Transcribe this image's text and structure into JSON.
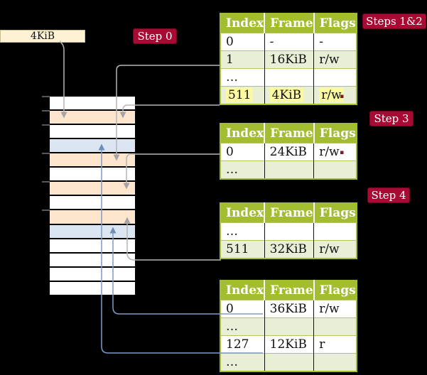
{
  "palette": {
    "header_green": "#a3bd31",
    "row_green": "#e9efd6",
    "row_white": "#ffffff",
    "peach_row": "#fde5ce",
    "blue_row": "#dbe6f2",
    "yellow_highlight": "#fcf9a4",
    "badge_red": "#a90a33",
    "badge_border": "#720622",
    "box_cream": "#fdf3d4",
    "box_border": "#c9ba8e",
    "gray_line": "#b5b5b5",
    "gray_head": "#a3a3a8",
    "blue_line": "#7e9cc8",
    "blue_head": "#6e8fba",
    "tick_gray": "#717171",
    "dark_red_stub": "#7d1b2c",
    "row_border": "#b4c464"
  },
  "frame_box": {
    "label": "4KiB"
  },
  "badges": {
    "step0": "Step 0",
    "steps12": "Steps 1&2",
    "step3": "Step 3",
    "step4": "Step 4"
  },
  "memory": {
    "rows": [
      "white",
      "peach",
      "white",
      "blue",
      "peach",
      "white",
      "peach",
      "white",
      "peach",
      "blue",
      "white",
      "white",
      "white",
      "white"
    ]
  },
  "tables": [
    {
      "name": "page-table-steps-1-2",
      "header": [
        "Index",
        "Frame",
        "Flags"
      ],
      "rows": [
        {
          "cells": [
            "0",
            "-",
            "-"
          ],
          "shade": false,
          "highlight": false
        },
        {
          "cells": [
            "1",
            "16KiB",
            "r/w"
          ],
          "shade": true,
          "highlight": false
        },
        {
          "cells": [
            "…",
            "",
            ""
          ],
          "shade": false,
          "highlight": false
        },
        {
          "cells": [
            "511",
            "4KiB",
            "r/w"
          ],
          "shade": true,
          "highlight": true
        }
      ]
    },
    {
      "name": "page-table-step-3",
      "header": [
        "Index",
        "Frame",
        "Flags"
      ],
      "rows": [
        {
          "cells": [
            "0",
            "24KiB",
            "r/w"
          ],
          "shade": false,
          "highlight": false
        },
        {
          "cells": [
            "…",
            "",
            ""
          ],
          "shade": true,
          "highlight": false
        }
      ]
    },
    {
      "name": "page-table-step-4",
      "header": [
        "Index",
        "Frame",
        "Flags"
      ],
      "rows": [
        {
          "cells": [
            "…",
            "",
            ""
          ],
          "shade": false,
          "highlight": false
        },
        {
          "cells": [
            "511",
            "32KiB",
            "r/w"
          ],
          "shade": true,
          "highlight": false
        }
      ]
    },
    {
      "name": "page-table-final",
      "header": [
        "Index",
        "Frame",
        "Flags"
      ],
      "rows": [
        {
          "cells": [
            "0",
            "36KiB",
            "r/w"
          ],
          "shade": false,
          "highlight": false
        },
        {
          "cells": [
            "…",
            "",
            ""
          ],
          "shade": true,
          "highlight": false
        },
        {
          "cells": [
            "127",
            "12KiB",
            "r"
          ],
          "shade": false,
          "highlight": false
        },
        {
          "cells": [
            "…",
            "",
            ""
          ],
          "shade": true,
          "highlight": false
        }
      ]
    }
  ]
}
